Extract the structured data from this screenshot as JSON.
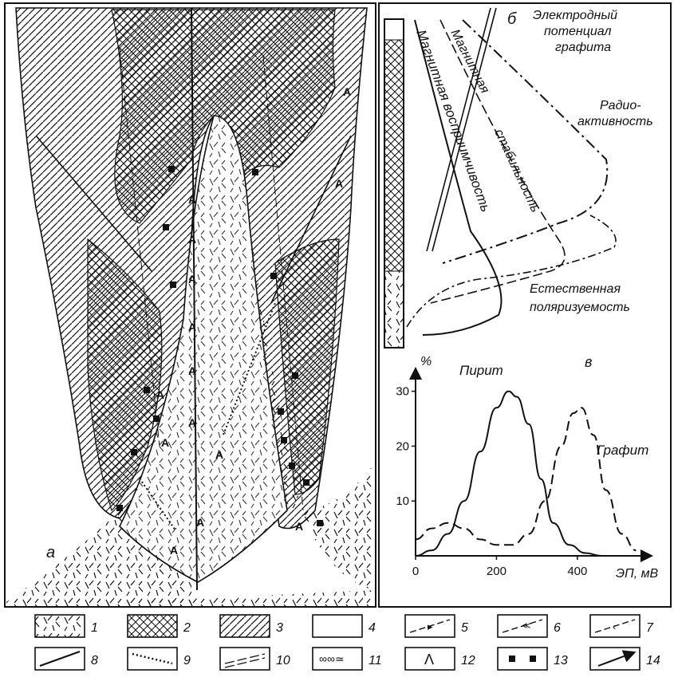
{
  "panel_a": {
    "label": "а"
  },
  "panel_b": {
    "label": "б",
    "curves": [
      {
        "line1": "Электродный",
        "line2": "потенциал",
        "line3": "графита"
      },
      {
        "line1": "Радио-",
        "line2": "активность"
      },
      {
        "line1": "Магнитная"
      },
      {
        "line1": "стабильность"
      },
      {
        "line1": "Магнитная восприимчивость"
      },
      {
        "line1": "Естественная",
        "line2": "поляризуемость"
      }
    ]
  },
  "panel_c": {
    "label": "в",
    "chart_data": {
      "type": "line",
      "ylabel": "%",
      "xlabel": "ЭП, мВ",
      "x_ticks": [
        "0",
        "200",
        "400"
      ],
      "y_ticks": [
        "10",
        "20",
        "30"
      ],
      "xlim": [
        0,
        560
      ],
      "ylim": [
        0,
        33
      ],
      "series": [
        {
          "name": "Пирит",
          "style": "solid",
          "x": [
            0,
            40,
            80,
            120,
            160,
            200,
            230,
            250,
            280,
            310,
            340,
            380,
            420,
            460
          ],
          "y": [
            0,
            1,
            4,
            10,
            19,
            27,
            30,
            29,
            24,
            14,
            6,
            2,
            0.5,
            0
          ]
        },
        {
          "name": "Графит",
          "style": "dashed",
          "x": [
            0,
            40,
            80,
            120,
            160,
            200,
            240,
            280,
            320,
            360,
            390,
            410,
            440,
            470,
            510,
            545
          ],
          "y": [
            3,
            5,
            6,
            5,
            3,
            2,
            2,
            4,
            10,
            20,
            26,
            27,
            22,
            12,
            4,
            1
          ]
        }
      ]
    }
  },
  "legend": {
    "items": [
      "1",
      "2",
      "3",
      "4",
      "5",
      "6",
      "7",
      "8",
      "9",
      "10",
      "11",
      "12",
      "13",
      "14"
    ]
  },
  "colors": {
    "ink": "#111111",
    "paper": "#ffffff"
  }
}
